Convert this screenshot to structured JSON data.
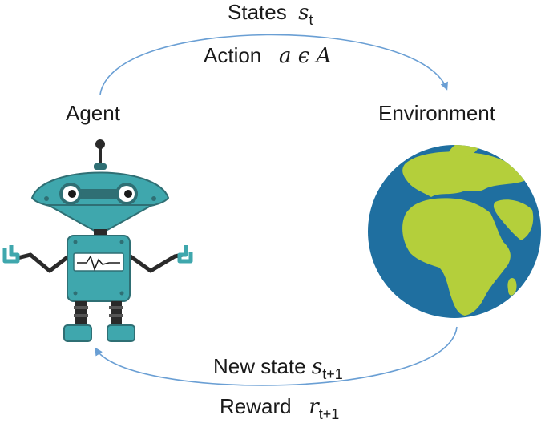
{
  "labels": {
    "states_word": "States",
    "states_symbol": "s",
    "states_sub": "t",
    "action_word": "Action",
    "action_symbol": "a ϵ A",
    "agent": "Agent",
    "environment": "Environment",
    "new_state_word": "New state",
    "new_state_symbol": "s",
    "new_state_sub": "t+1",
    "reward_word": "Reward",
    "reward_symbol": "r",
    "reward_sub": "t+1"
  },
  "colors": {
    "arrow": "#6a9fd4",
    "robot_body": "#3fa7ad",
    "robot_dark": "#2f6f74",
    "robot_limbs": "#2a2a2a",
    "globe_ocean": "#1f6fa0",
    "globe_land": "#b4cf3b"
  },
  "icons": {
    "agent": "robot-icon",
    "environment": "globe-icon"
  }
}
